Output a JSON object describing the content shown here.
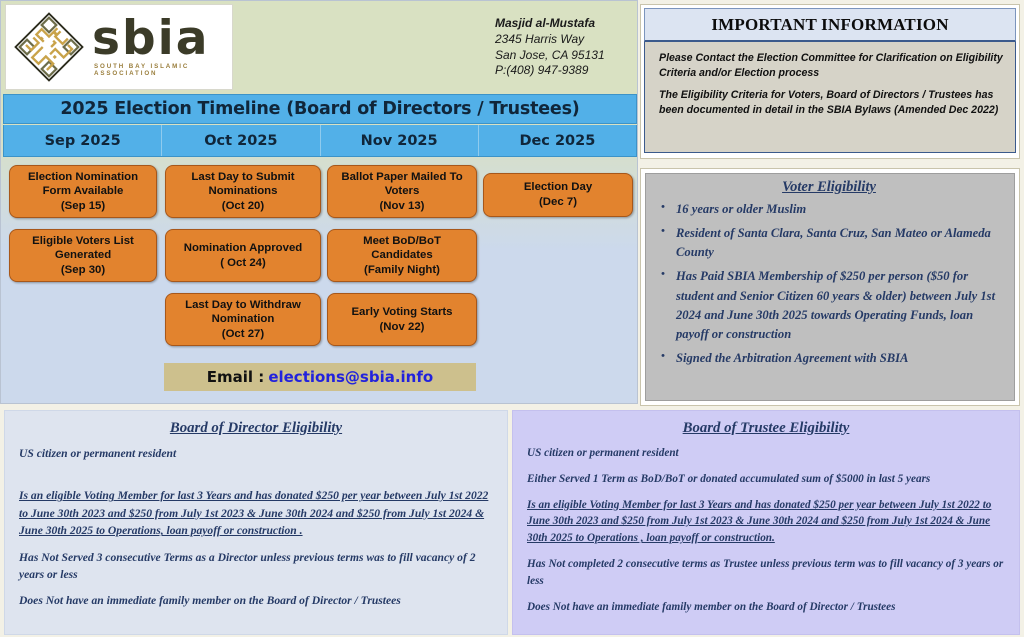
{
  "org": {
    "logo_word": "sbia",
    "logo_sub": "SOUTH BAY ISLAMIC ASSOCIATION",
    "masjid_name": "Masjid al-Mustafa",
    "address_line1": "2345 Harris Way",
    "address_line2": "San Jose, CA 95131",
    "phone": "P:(408) 947-9389"
  },
  "timeline": {
    "title": "2025 Election Timeline (Board of Directors / Trustees)",
    "months": [
      "Sep 2025",
      "Oct 2025",
      "Nov 2025",
      "Dec 2025"
    ],
    "events": [
      {
        "title": "Election Nomination Form Available",
        "date": "(Sep 15)",
        "month": "Sep 2025",
        "row": 1
      },
      {
        "title": "Eligible Voters List Generated",
        "date": "(Sep 30)",
        "month": "Sep 2025",
        "row": 2
      },
      {
        "title": "Last Day  to Submit Nominations",
        "date": "(Oct 20)",
        "month": "Oct 2025",
        "row": 1
      },
      {
        "title": "Nomination Approved",
        "date": "( Oct 24)",
        "month": "Oct 2025",
        "row": 2
      },
      {
        "title": "Last Day to Withdraw Nomination",
        "date": "(Oct 27)",
        "month": "Oct 2025",
        "row": 3
      },
      {
        "title": "Ballot Paper Mailed To Voters",
        "date": "(Nov 13)",
        "month": "Nov 2025",
        "row": 1
      },
      {
        "title": "Meet BoD/BoT Candidates",
        "date": "(Family Night)",
        "month": "Nov 2025",
        "row": 2
      },
      {
        "title": "Early Voting Starts",
        "date": "(Nov 22)",
        "month": "Nov 2025",
        "row": 3
      },
      {
        "title": "Election Day",
        "date": "(Dec 7)",
        "month": "Dec 2025",
        "row": 1
      }
    ],
    "email_label": "Email :",
    "email_address": "elections@sbia.info"
  },
  "important_information": {
    "heading": "IMPORTANT INFORMATION",
    "paragraphs": [
      "Please Contact the Election Committee for Clarification on Eligibility Criteria and/or Election process",
      "The Eligibility Criteria for Voters, Board of Directors / Trustees has been documented in detail in the SBIA Bylaws (Amended Dec  2022)"
    ]
  },
  "voter_eligibility": {
    "heading": "Voter Eligibility",
    "items": [
      "16 years or older Muslim",
      "Resident of  Santa Clara, Santa Cruz, San Mateo or Alameda County",
      "Has Paid SBIA Membership of $250 per person ($50 for student and Senior Citizen 60 years & older) between July 1st 2024 and June 30th 2025 towards Operating Funds, loan payoff or construction",
      "Signed the Arbitration Agreement with SBIA"
    ]
  },
  "board_of_director_eligibility": {
    "heading": "Board of Director Eligibility",
    "items": [
      "US citizen or permanent resident",
      "Is an eligible Voting Member for last 3 Years and has donated $250 per year between July 1st 2022 to June 30th 2023 and $250 from  July 1st 2023 & June 30th 2024 and $250 from  July 1st 2024 & June 30th 2025 to Operations, loan payoff  or construction .",
      "Has Not Served 3 consecutive Terms as a Director unless previous terms was to fill vacancy of 2 years or less",
      "Does Not have an immediate family member on the Board of Director / Trustees"
    ]
  },
  "board_of_trustee_eligibility": {
    "heading": "Board of  Trustee Eligibility",
    "items": [
      "US citizen or permanent resident",
      "Either Served 1 Term as BoD/BoT or donated accumulated sum of  $5000 in last 5  years",
      "Is an eligible Voting Member for last 3 Years and has donated $250 per year between July 1st 2022 to June 30th 2023 and $250 from  July 1st 2023 & June 30th 2024  and $250 from  July 1st 2024 & June 30th 2025 to Operations , loan payoff or construction.",
      "Has Not completed 2 consecutive  terms as Trustee  unless previous term was to fill vacancy of 3 years or less",
      "Does Not have an immediate family member on the Board of Director / Trustees"
    ]
  },
  "colors": {
    "header_blue": "#52b0e8",
    "event_orange": "#e2832e",
    "panel_blue": "#dee4ef",
    "panel_purple": "#cfccf5",
    "voter_grey": "#bfbfbf",
    "email_tan": "#cdc08d",
    "text_navy": "#253a66",
    "link_blue": "#2222dd"
  }
}
